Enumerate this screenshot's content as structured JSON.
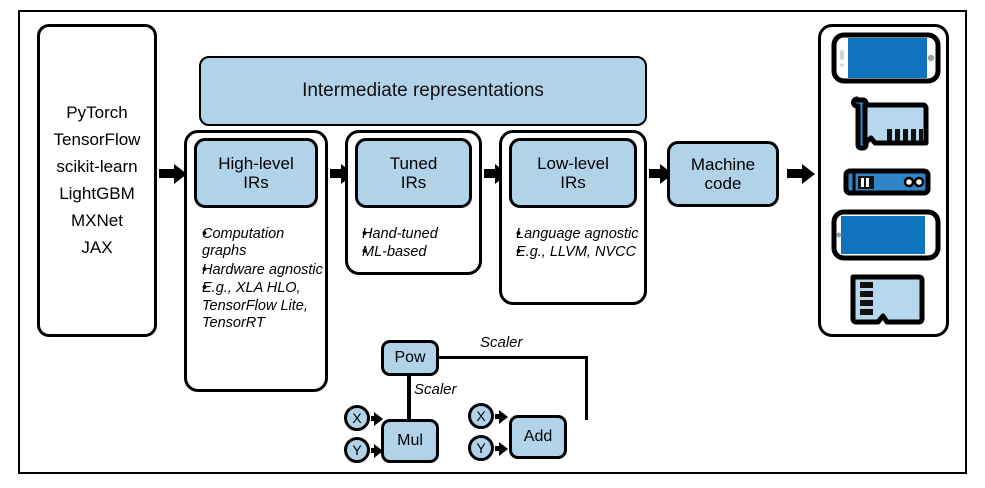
{
  "diagram": {
    "frameworks": {
      "name": "frameworks-column",
      "items": [
        "PyTorch",
        "TensorFlow",
        "scikit-learn",
        "LightGBM",
        "MXNet",
        "JAX"
      ]
    },
    "ir_banner": {
      "label": "Intermediate representations"
    },
    "stages": [
      {
        "title": "High-level\nIRs",
        "title_line1": "High-level",
        "title_line2": "IRs",
        "bullets": [
          "Computation graphs",
          "Hardware agnostic",
          "E.g., XLA HLO, TensorFlow Lite, TensorRT"
        ]
      },
      {
        "title_line1": "Tuned",
        "title_line2": "IRs",
        "bullets": [
          "Hand-tuned",
          "ML-based"
        ]
      },
      {
        "title_line1": "Low-level",
        "title_line2": "IRs",
        "bullets": [
          "Language agnostic",
          "E.g., LLVM, NVCC"
        ]
      }
    ],
    "machine_code": {
      "line1": "Machine",
      "line2": "code"
    },
    "hardware": {
      "name": "hardware-targets",
      "devices": [
        "smartphone-landscape-icon",
        "gpu-card-icon",
        "server-rack-icon",
        "smartphone-icon",
        "memory-card-icon"
      ]
    },
    "computation_graph": {
      "nodes": [
        {
          "id": "pow",
          "label": "Pow"
        },
        {
          "id": "mul",
          "label": "Mul"
        },
        {
          "id": "add",
          "label": "Add"
        }
      ],
      "inputs": [
        {
          "id": "x1",
          "label": "X"
        },
        {
          "id": "y1",
          "label": "Y"
        },
        {
          "id": "x2",
          "label": "X"
        },
        {
          "id": "y2",
          "label": "Y"
        }
      ],
      "edge_labels": [
        "Scaler",
        "Scaler"
      ]
    },
    "colors": {
      "fill_light_blue": "#b0d3e8",
      "device_blue": "#0f73bd",
      "device_mid_blue": "#2e84c6",
      "device_pale_blue": "#b6d8ec",
      "outline": "#000000"
    }
  }
}
